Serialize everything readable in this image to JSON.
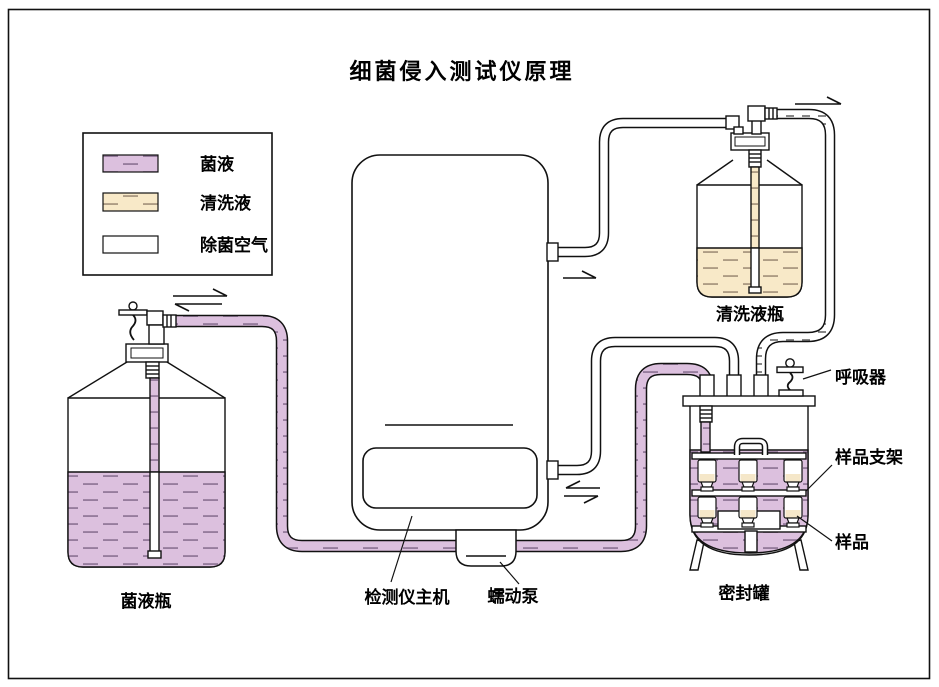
{
  "title": "细菌侵入测试仪原理",
  "legend": {
    "items": [
      {
        "label": "菌液",
        "color": "#DCC0DE"
      },
      {
        "label": "清洗液",
        "color": "#F8E9C8"
      },
      {
        "label": "除菌空气",
        "color": "#FFFFFF"
      }
    ]
  },
  "labels": {
    "bacteria_bottle": "菌液瓶",
    "cleaning_bottle": "清洗液瓶",
    "main_unit": "检测仪主机",
    "pump": "蠕动泵",
    "sealed_tank": "密封罐",
    "breather": "呼吸器",
    "sample_rack": "样品支架",
    "sample": "样品"
  },
  "colors": {
    "bacteria_liquid": "#DCC0DE",
    "bacteria_dash": "#8F7596",
    "cleaning_liquid": "#F8E9C8",
    "cleaning_dash": "#A5947C",
    "air": "#FFFFFF",
    "line": "#111111"
  }
}
